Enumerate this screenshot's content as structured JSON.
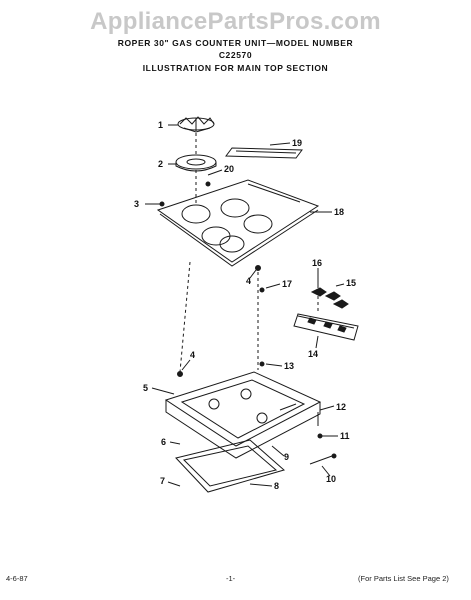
{
  "watermark": "AppliancePartsPros.com",
  "header": {
    "line1": "ROPER 30\" GAS COUNTER UNIT—MODEL NUMBER",
    "line2": "C22570",
    "line3": "ILLUSTRATION FOR MAIN TOP SECTION"
  },
  "callouts": {
    "p1": "1",
    "p2": "2",
    "p3": "3",
    "p4a": "4",
    "p4b": "4",
    "p5": "5",
    "p6": "6",
    "p7": "7",
    "p8": "8",
    "p9": "9",
    "p10": "10",
    "p11": "11",
    "p12": "12",
    "p13": "13",
    "p14": "14",
    "p15": "15",
    "p16": "16",
    "p17": "17",
    "p18": "18",
    "p19": "19",
    "p20": "20"
  },
  "footer": {
    "date": "4-6-87",
    "page": "-1-",
    "note": "(For Parts List See Page 2)"
  }
}
